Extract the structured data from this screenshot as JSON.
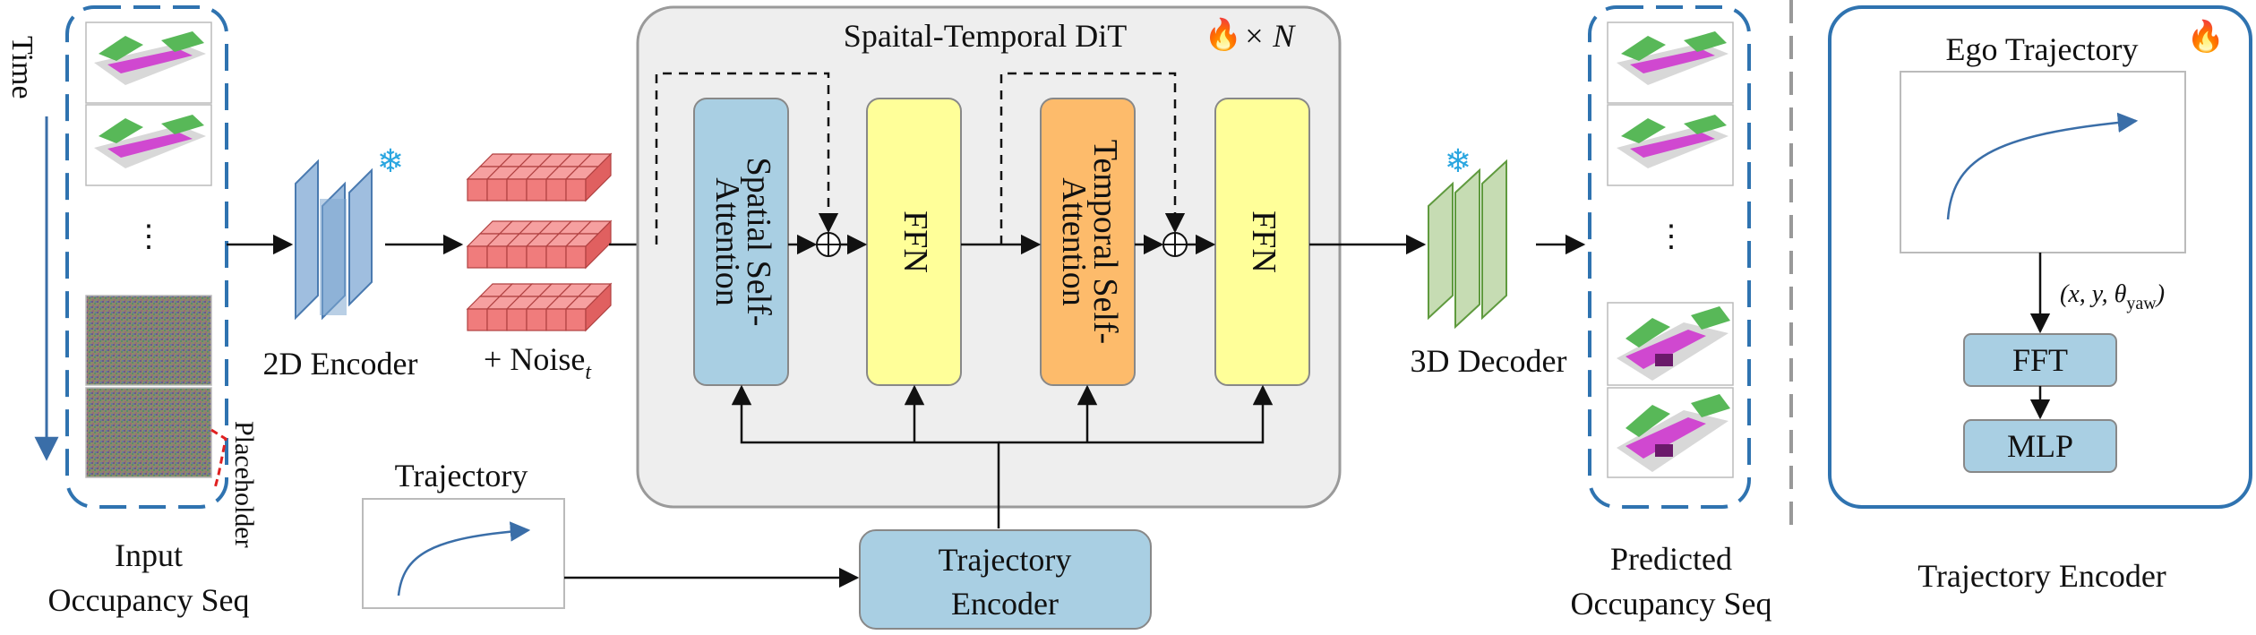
{
  "time_label": "Time",
  "input_label": [
    "Input",
    "Occupancy Seq"
  ],
  "placeholder_label": "Placeholder",
  "ellipsis": "⋮",
  "encoder2d": {
    "label": "2D Encoder",
    "icon": "snowflake-icon"
  },
  "noise": {
    "label_main": "+ Noise",
    "label_sub": "t"
  },
  "dit": {
    "title": "Spaital-Temporal DiT",
    "repeat_label": "× N",
    "repeat_icon": "flame-icon",
    "blocks": [
      {
        "label_lines": [
          "Spatial Self-",
          "Attention"
        ],
        "color": "#a9cfe3"
      },
      {
        "label_lines": [
          "FFN"
        ],
        "color": "#ffff99"
      },
      {
        "label_lines": [
          "Temporal Self-",
          "Attention"
        ],
        "color": "#fdbb6b"
      },
      {
        "label_lines": [
          "FFN"
        ],
        "color": "#ffff99"
      }
    ],
    "add_symbol": "⊕"
  },
  "trajectory": {
    "label": "Trajectory"
  },
  "trajectory_encoder_box": {
    "label_lines": [
      "Trajectory",
      "Encoder"
    ],
    "color": "#a9cfe3"
  },
  "decoder3d": {
    "label": "3D Decoder",
    "icon": "snowflake-icon"
  },
  "predicted_label": [
    "Predicted",
    "Occupancy Seq"
  ],
  "ego_panel": {
    "title": "Ego Trajectory",
    "icon": "flame-icon",
    "equation": "(x, y, θ_yaw)",
    "fft_label": "FFT",
    "mlp_label": "MLP",
    "caption": "Trajectory Encoder",
    "color": "#a9cfe3"
  },
  "colors": {
    "dashed_frame": "#2f73b0",
    "encoder_blue": "#7fa8d0",
    "decoder_green": "#a9c68f",
    "noise_red": "#f07c7c",
    "panel_border": "#2f73b0",
    "dit_bg": "#eeeeee"
  }
}
